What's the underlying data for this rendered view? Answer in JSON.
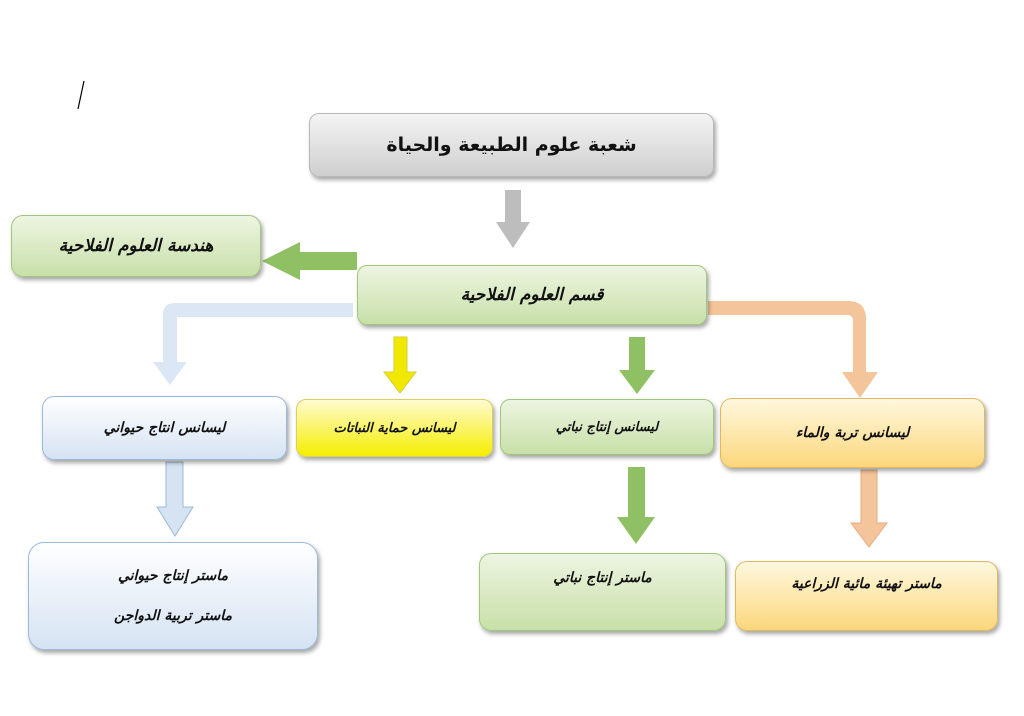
{
  "nodes": {
    "department": "شعبة علوم الطبيعة والحياة",
    "agri_engineering": "هندسة العلوم الفلاحية",
    "agri_sciences": "قسم العلوم الفلاحية",
    "lic_animal": "ليسانس انتاج حيواني",
    "lic_plant_protection": "ليسانس حماية النباتات",
    "lic_plant_production": "ليسانس إنتاج نباتي",
    "lic_soil_water": "ليسانس تربة والماء",
    "master_animal_1": "ماستر إنتاج حيواني",
    "master_animal_2": "ماستر تربية الدواجن",
    "master_plant": "ماستر إنتاج نباتي",
    "master_irrigation": "ماستر تهيئة مائية الزراعية"
  },
  "colors": {
    "gray": "#cfcfcf",
    "green": "#9bc86a",
    "blue": "#c7daf0",
    "yellow": "#f5ee00",
    "orange": "#f4c49a"
  }
}
